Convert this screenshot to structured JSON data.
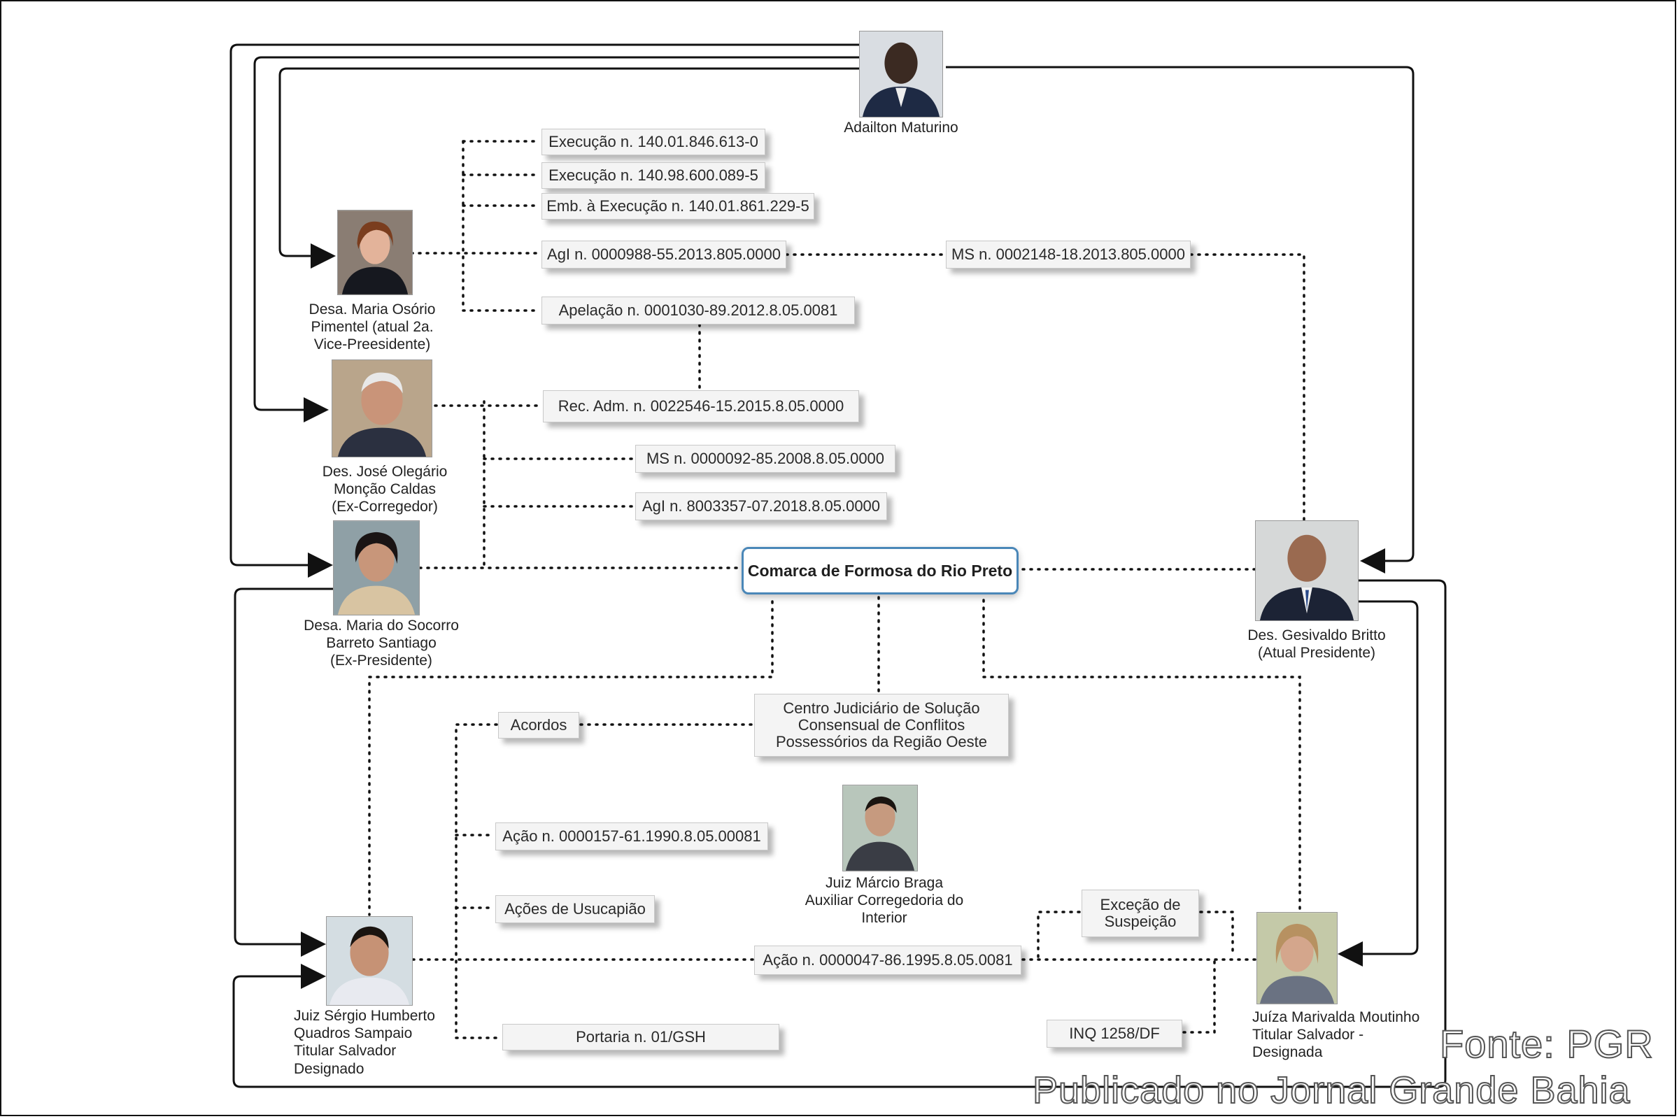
{
  "nodes": {
    "adailton": {
      "name": "Adailton Maturino"
    },
    "maria_osorio": {
      "lines": [
        "Desa. Maria Osório",
        "Pimentel (atual 2a.",
        "Vice-Preesidente)"
      ]
    },
    "jose_olegario": {
      "lines": [
        "Des. José Olegário",
        "Monção Caldas",
        "(Ex-Corregedor)"
      ]
    },
    "maria_socorro": {
      "lines": [
        "Desa. Maria do Socorro",
        "Barreto Santiago",
        "(Ex-Presidente)"
      ]
    },
    "gesivaldo": {
      "lines": [
        "Des. Gesivaldo Britto",
        "(Atual Presidente)"
      ]
    },
    "marcio": {
      "lines": [
        "Juiz Márcio Braga",
        "Auxiliar Corregedoria do",
        "Interior"
      ]
    },
    "sergio": {
      "lines": [
        "Juiz Sérgio Humberto",
        "Quadros Sampaio",
        "Titular Salvador",
        "Designado"
      ]
    },
    "marivalda": {
      "lines": [
        "Juíza Marivalda Moutinho",
        "Titular Salvador -",
        "Designada"
      ]
    }
  },
  "center": {
    "label": "Comarca de Formosa do Rio Preto"
  },
  "boxes": {
    "exec1": "Execução n. 140.01.846.613-0",
    "exec2": "Execução n. 140.98.600.089-5",
    "emb": "Emb. à Execução n. 140.01.861.229-5",
    "agi1": "AgI n. 0000988-55.2013.805.0000",
    "ms1": "MS n. 0002148-18.2013.805.0000",
    "apelacao": "Apelação n. 0001030-89.2012.8.05.0081",
    "recadm": "Rec. Adm. n. 0022546-15.2015.8.05.0000",
    "ms2": "MS n. 0000092-85.2008.8.05.0000",
    "agi2": "AgI n. 8003357-07.2018.8.05.0000",
    "acordos": "Acordos",
    "centro": [
      "Centro Judiciário de Solução",
      "Consensual de Conflitos",
      "Possessórios da Região Oeste"
    ],
    "acao1": "Ação n. 0000157-61.1990.8.05.00081",
    "usucapiao": "Ações de Usucapião",
    "excecao": [
      "Exceção de",
      "Suspeição"
    ],
    "acao2": "Ação n. 0000047-86.1995.8.05.0081",
    "portaria": "Portaria n. 01/GSH",
    "inq": "INQ 1258/DF"
  },
  "source": {
    "line1": "Fonte: PGR",
    "line2": "Publicado no Jornal Grande Bahia"
  },
  "colors": {
    "center_border": "#4a87b8",
    "box_bg": "#f4f4f4",
    "line": "#111111"
  }
}
